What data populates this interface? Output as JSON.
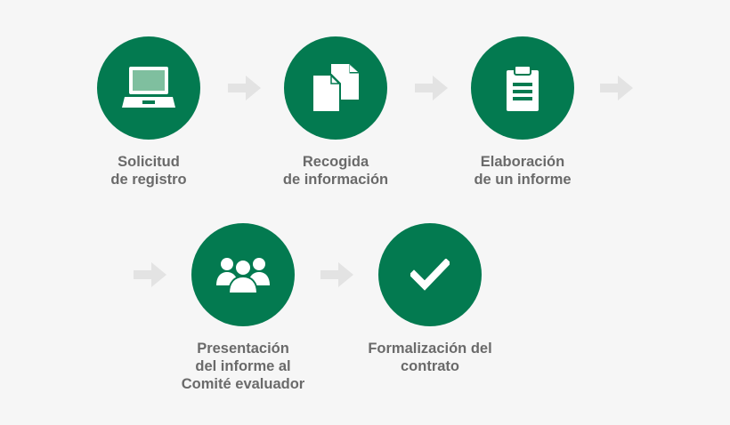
{
  "colors": {
    "accent": "#037a50",
    "arrow": "#e3e3e3",
    "text": "#6a6a6a",
    "background": "#f6f6f6"
  },
  "steps": [
    {
      "icon": "laptop-icon",
      "label": "Solicitud\nde registro"
    },
    {
      "icon": "documents-icon",
      "label": "Recogida\nde información"
    },
    {
      "icon": "clipboard-icon",
      "label": "Elaboración\nde un informe"
    },
    {
      "icon": "group-icon",
      "label": "Presentación\ndel informe al\nComité evaluador"
    },
    {
      "icon": "checkmark-icon",
      "label": "Formalización del\ncontrato"
    }
  ]
}
